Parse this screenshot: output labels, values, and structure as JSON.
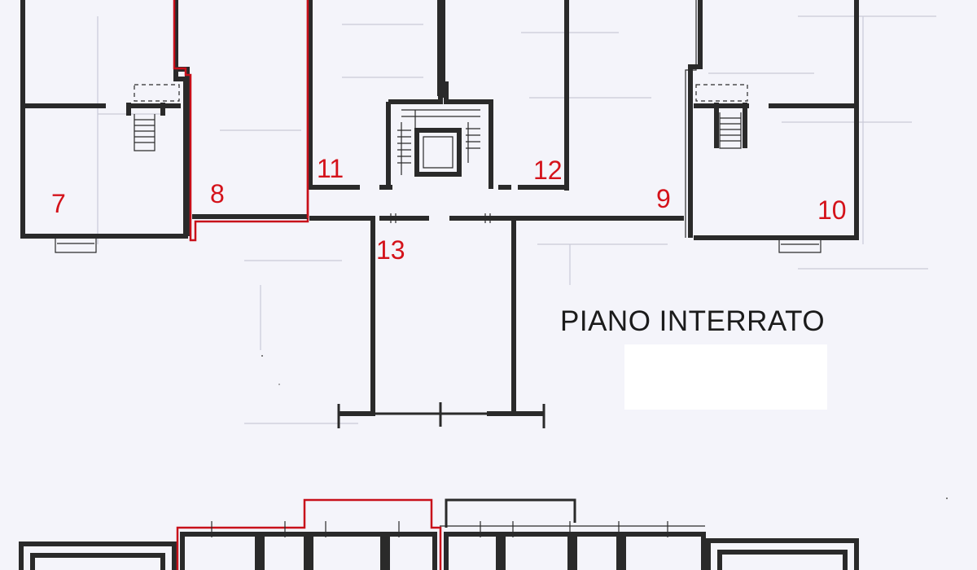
{
  "plan": {
    "title": "PIANO INTERRATO",
    "rooms": {
      "r7": "7",
      "r8": "8",
      "r9": "9",
      "r10": "10",
      "r11": "11",
      "r12": "12",
      "r13": "13"
    }
  },
  "colors": {
    "wall": "#2a2a2a",
    "room_label": "#d4121a",
    "boundary_highlight": "#c8101a",
    "paper": "#f4f4fa"
  }
}
